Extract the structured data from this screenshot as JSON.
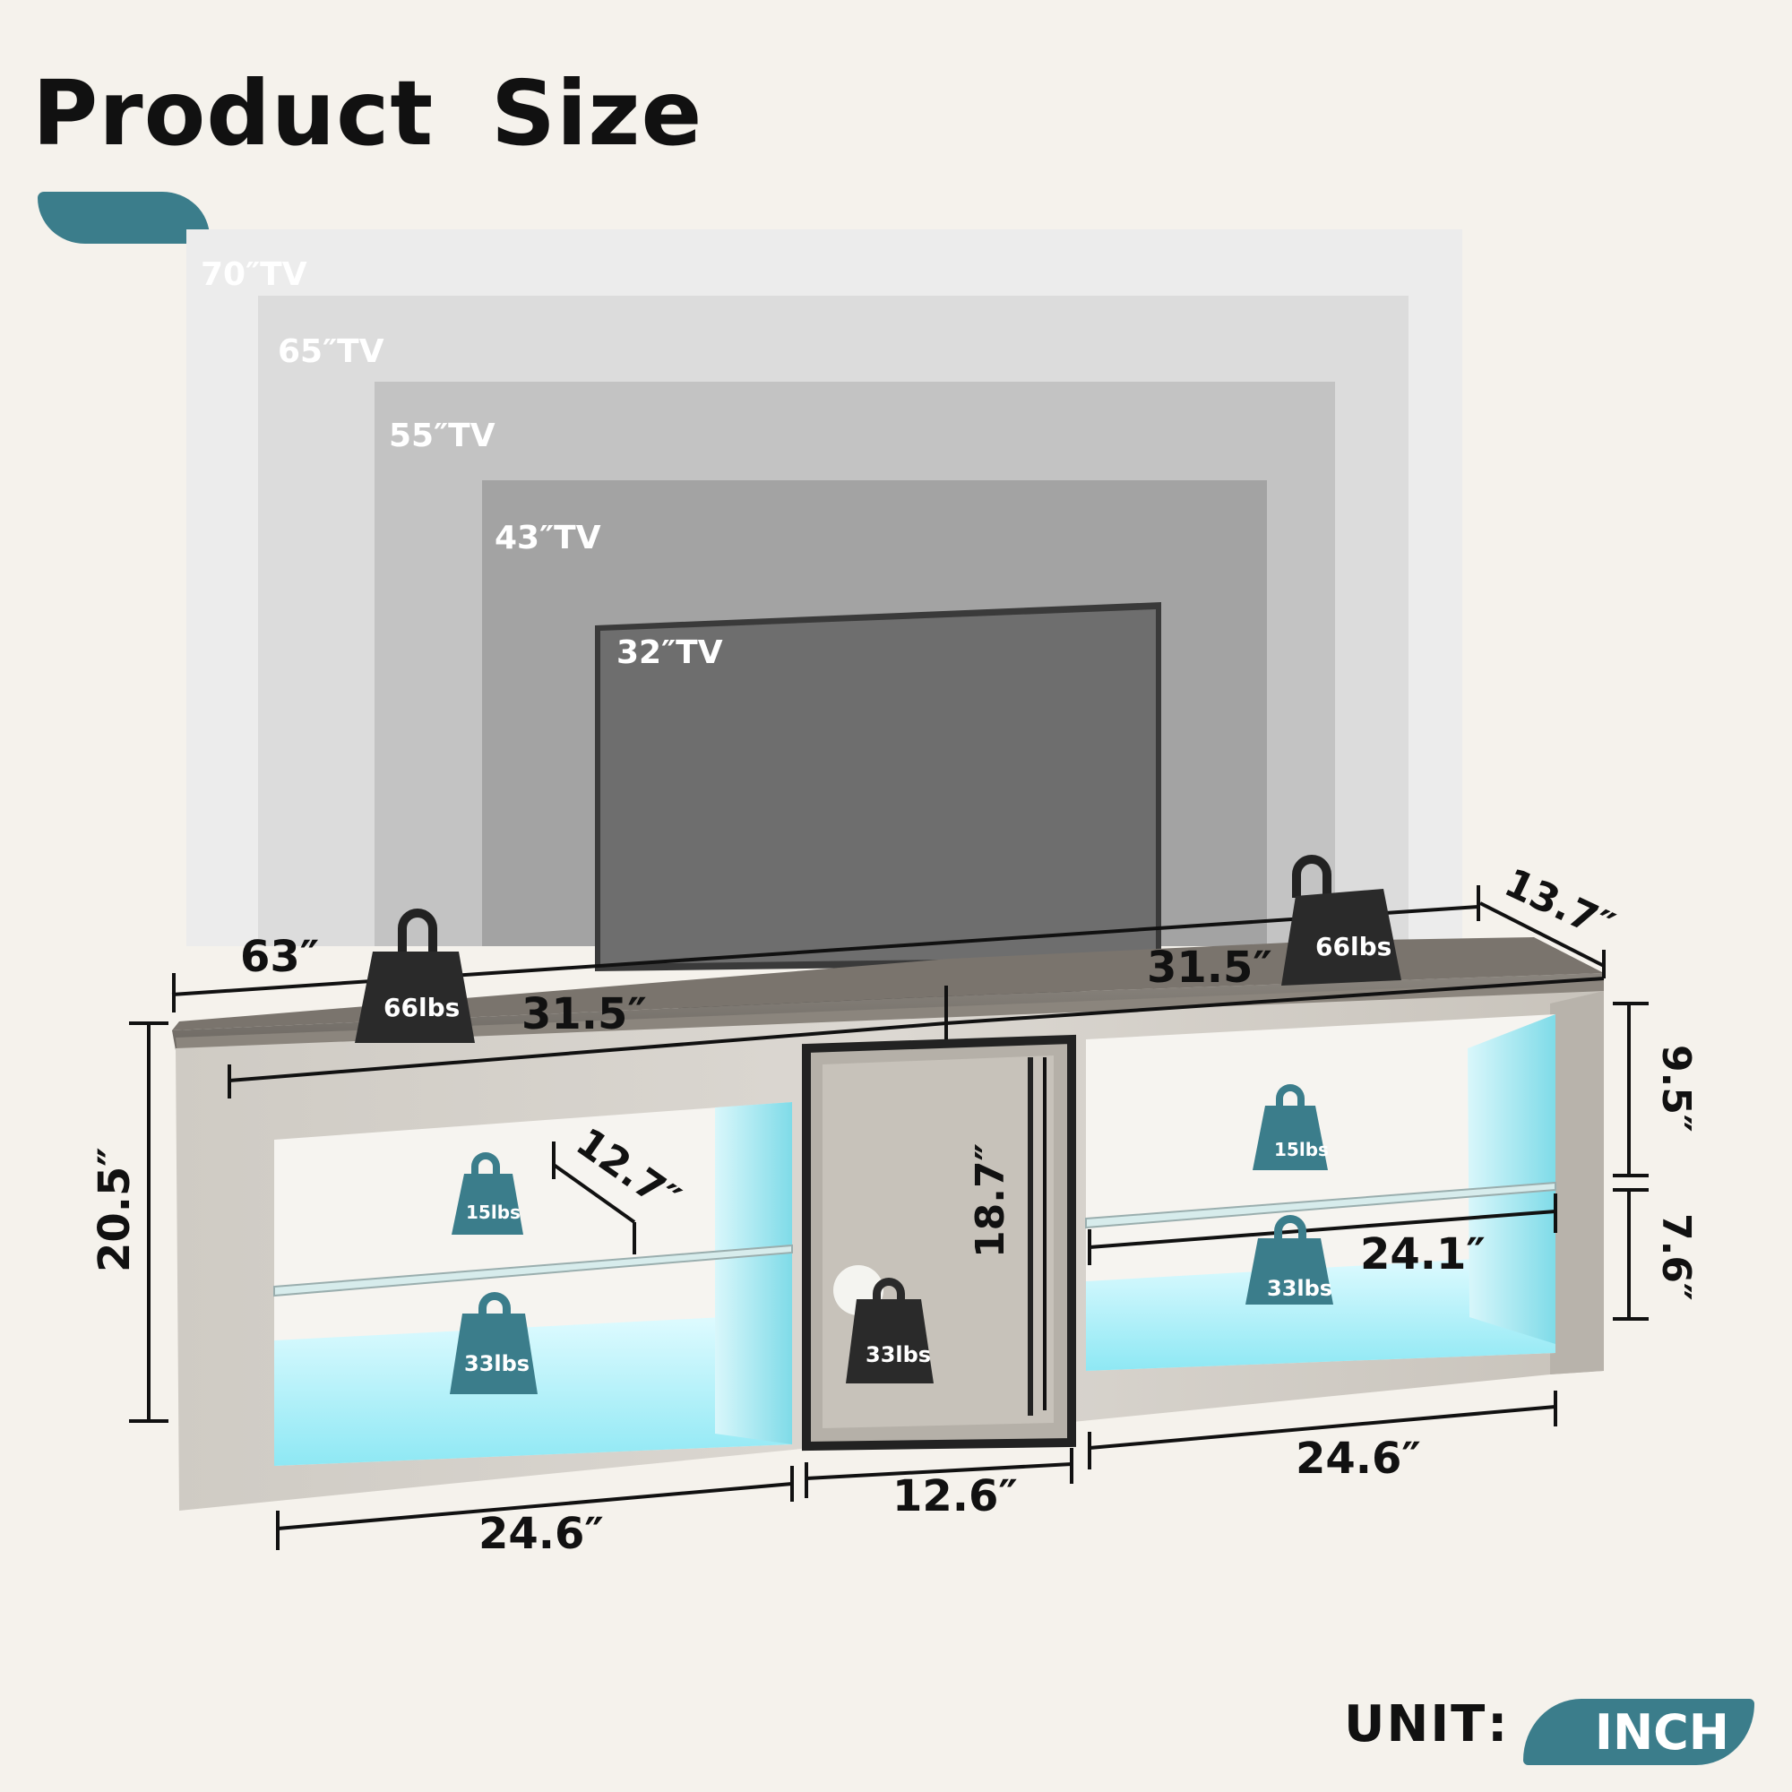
{
  "title": "Product Size",
  "tv_sizes": [
    "70″TV",
    "65″TV",
    "55″TV",
    "43″TV",
    "32″TV"
  ],
  "dimensions": {
    "total_width": "63″",
    "top_left_half": "31.5″",
    "top_right_half": "31.5″",
    "depth": "13.7″",
    "height": "20.5″",
    "upper_shelf_height": "9.5″",
    "lower_shelf_height": "7.6″",
    "shelf_depth": "12.7″",
    "center_height": "18.7″",
    "shelf_width": "24.1″",
    "left_width": "24.6″",
    "center_width": "12.6″",
    "right_width": "24.6″"
  },
  "weights": {
    "top_left": "66lbs",
    "top_right": "66lbs",
    "left_upper_shelf": "15lbs",
    "left_lower_shelf": "33lbs",
    "center": "33lbs",
    "right_upper_shelf": "15lbs",
    "right_lower_shelf": "33lbs"
  },
  "unit": {
    "label": "UNIT",
    "separator": ":",
    "value": "INCH"
  },
  "colors": {
    "accent": "#3b7d8b",
    "background": "#f5f2ec",
    "led": "#8ee8f4"
  }
}
